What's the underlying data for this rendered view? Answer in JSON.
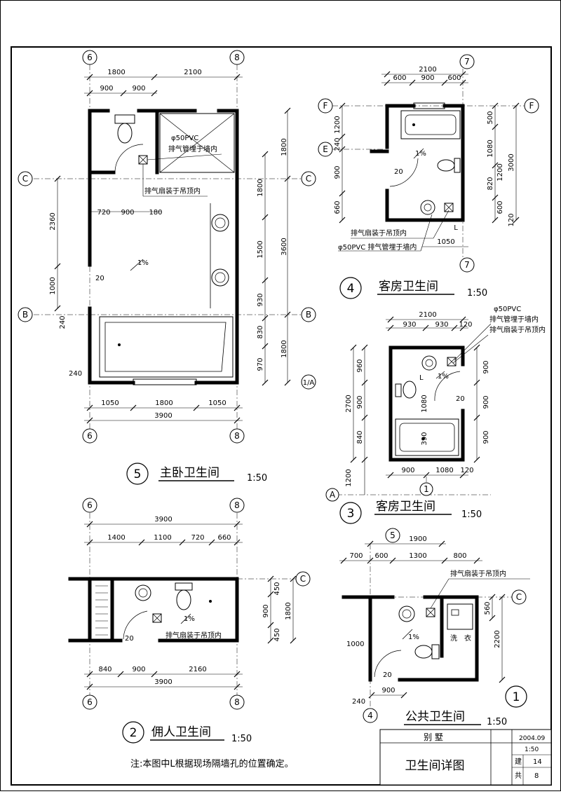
{
  "sheet": {
    "project": "别 墅",
    "drawing_title": "卫生间详图",
    "date": "2004.09",
    "scale": "1:50",
    "discipline_label": "建",
    "discipline_no": "14",
    "sheets_label": "共",
    "sheets_no": "8",
    "note": "注:本图中L根据现场隔墙孔的位置确定。"
  },
  "plan5": {
    "num": "5",
    "title": "主卧卫生间",
    "scale": "1:50",
    "axes": {
      "six": "6",
      "eight": "8",
      "c": "C",
      "b": "B",
      "a": "1/A"
    },
    "dims_top": [
      "1800",
      "2100",
      "900",
      "900"
    ],
    "dims_bottom": [
      "1050",
      "1800",
      "1050",
      "3900"
    ],
    "dims_inner": [
      "720",
      "900",
      "180"
    ],
    "dims_right": [
      "1800",
      "1800",
      "3600",
      "1500",
      "930",
      "830",
      "1800",
      "970"
    ],
    "dims_left": [
      "2360",
      "1000",
      "240",
      "240",
      "20"
    ],
    "pvc_label": "φ50PVC",
    "pipe_label": "排气管埋于墙内",
    "fan_label": "排气扇装于吊顶内",
    "slope_label": "1%"
  },
  "plan4": {
    "num": "4",
    "title": "客房卫生间",
    "scale": "1:50",
    "axes": {
      "seven": "7",
      "f": "F",
      "e": "E"
    },
    "dims_top": [
      "2100",
      "600",
      "900",
      "600"
    ],
    "dims_left": [
      "1200",
      "240",
      "900",
      "660",
      "20"
    ],
    "dims_right": [
      "500",
      "1080",
      "3000",
      "1200",
      "820",
      "600",
      "120"
    ],
    "dims_bottom": [
      "1050",
      "L"
    ],
    "fan_label": "排气扇装于吊顶内",
    "pipe_label": "φ50PVC 排气管埋于墙内",
    "slope_label": "1%"
  },
  "plan3": {
    "num": "3",
    "title": "客房卫生间",
    "scale": "1:50",
    "axes": {
      "one": "1",
      "a": "A"
    },
    "dims_top": [
      "2100",
      "930",
      "930",
      "120"
    ],
    "dims_left": [
      "960",
      "2700",
      "900",
      "840",
      "1200"
    ],
    "dims_right": [
      "900",
      "900",
      "900"
    ],
    "dims_inner": [
      "1080",
      "390"
    ],
    "dims_bottom": [
      "900",
      "1080",
      "120"
    ],
    "pvc_label": "φ50PVC",
    "pipe_label": "排气管埋于墙内",
    "fan_label": "排气扇装于吊顶内",
    "l_label": "L",
    "door_swing": "20",
    "slope_label": "1%"
  },
  "plan2": {
    "num": "2",
    "title": "佣人卫生间",
    "scale": "1:50",
    "axes": {
      "six": "6",
      "eight": "8",
      "c": "C"
    },
    "dims_top": [
      "3900",
      "1400",
      "1100",
      "720",
      "660"
    ],
    "dims_bottom": [
      "840",
      "900",
      "2160",
      "3900"
    ],
    "dims_right": [
      "450",
      "900",
      "1800",
      "450"
    ],
    "fan_label": "排气扇装于吊顶内",
    "door_swing": "20",
    "slope_label": "1%"
  },
  "plan1": {
    "num": "1",
    "title": "公共卫生间",
    "scale": "1:50",
    "axes": {
      "five": "5",
      "four": "4",
      "c": "C"
    },
    "dims_top": [
      "1900",
      "700",
      "600",
      "1300",
      "800"
    ],
    "dims_left": [
      "1000",
      "240"
    ],
    "dims_right": [
      "560",
      "2200"
    ],
    "dims_bottom": [
      "900"
    ],
    "fan_label": "排气扇装于吊顶内",
    "wash_label_1": "洗",
    "wash_label_2": "衣",
    "door_swing": "20",
    "slope_label": "1%"
  }
}
